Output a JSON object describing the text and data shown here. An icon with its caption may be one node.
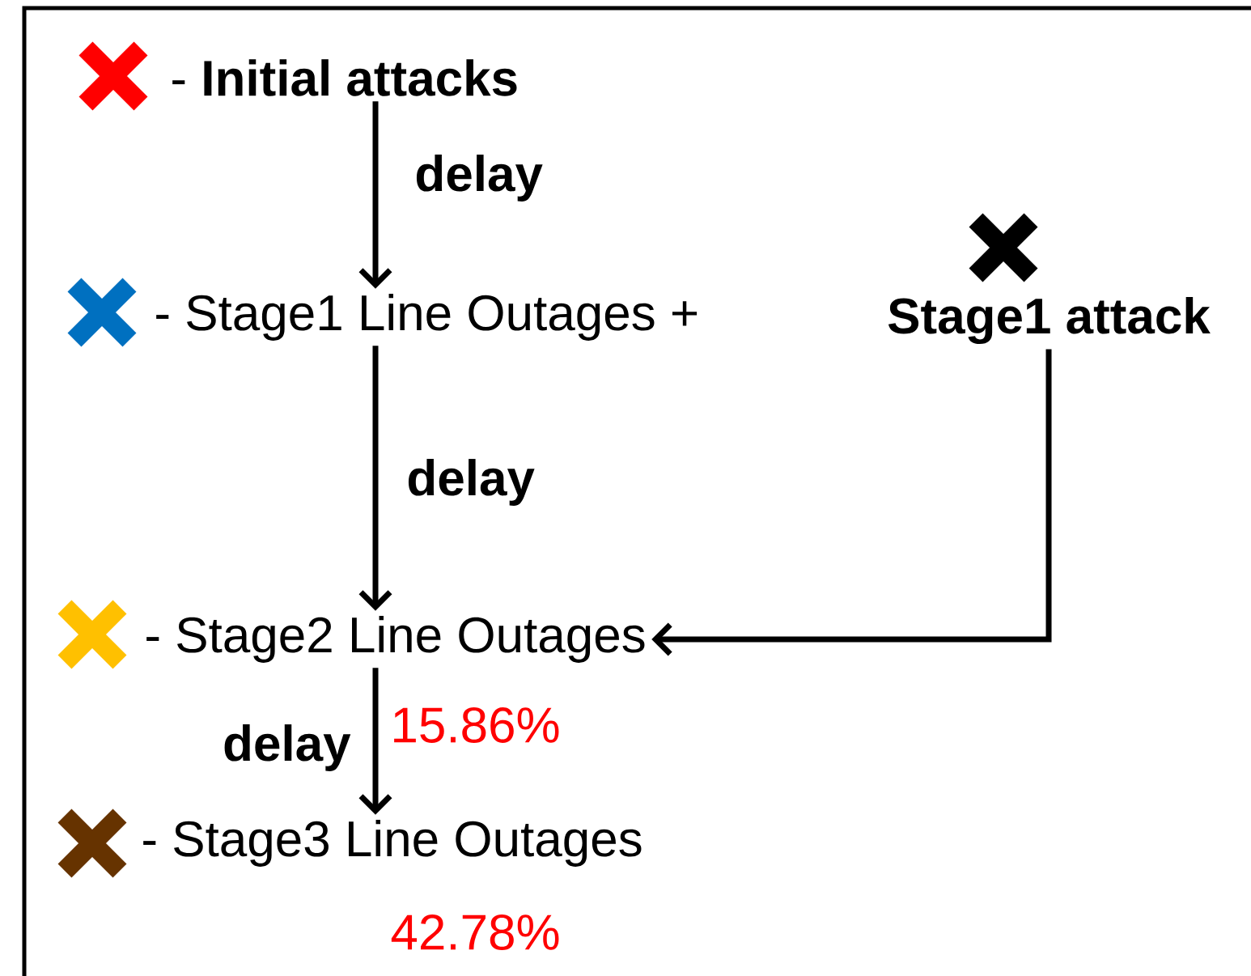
{
  "diagram": {
    "nodes": [
      {
        "text": [
          "- **Initial attacks**"
        ]
      },
      {
        "text": [
          "- Stage1 Line Outages +"
        ]
      },
      {
        "text": [
          "Stage1 attack"
        ]
      },
      {
        "text": [
          "- Stage2 Line Outages"
        ],
        "beside": [
          "15.86%"
        ]
      },
      {
        "text": [
          "- Stage3 Line Outages"
        ],
        "beside": [
          "42.78%"
        ]
      }
    ],
    "edges": [
      {
        "from": 0,
        "to": 1,
        "arrow": "to",
        "label": "delay"
      },
      {
        "from": 1,
        "to": 3,
        "arrow": "to",
        "label": "delay"
      },
      {
        "from": 2,
        "to": 3,
        "arrow": "to"
      },
      {
        "from": 3,
        "to": 4,
        "arrow": "to",
        "label": "delay"
      }
    ]
  }
}
